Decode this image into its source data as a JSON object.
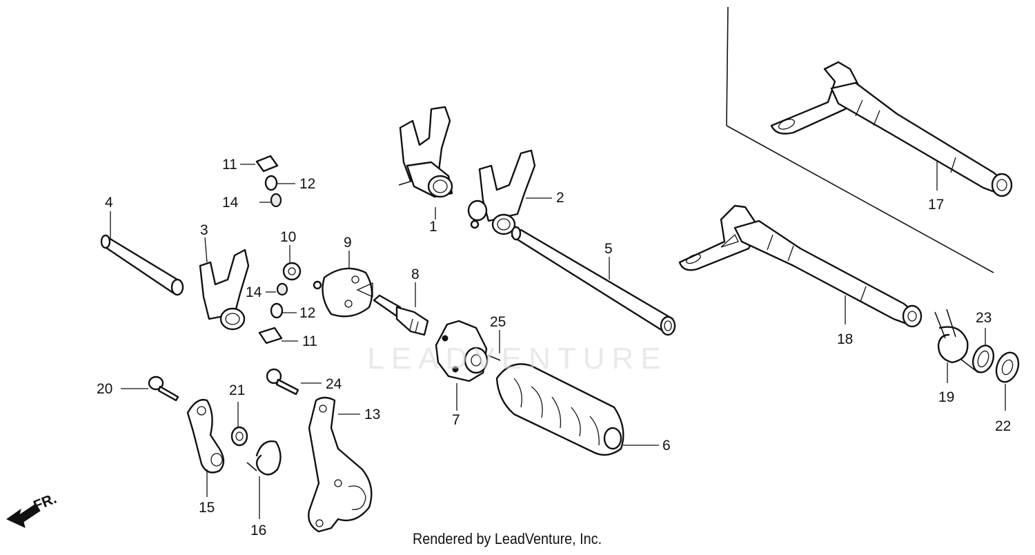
{
  "diagram": {
    "callouts": [
      {
        "id": "1",
        "label": "1"
      },
      {
        "id": "2",
        "label": "2"
      },
      {
        "id": "3",
        "label": "3"
      },
      {
        "id": "4",
        "label": "4"
      },
      {
        "id": "5",
        "label": "5"
      },
      {
        "id": "6",
        "label": "6"
      },
      {
        "id": "7",
        "label": "7"
      },
      {
        "id": "8",
        "label": "8"
      },
      {
        "id": "9",
        "label": "9"
      },
      {
        "id": "10",
        "label": "10"
      },
      {
        "id": "11a",
        "label": "11"
      },
      {
        "id": "11b",
        "label": "11"
      },
      {
        "id": "12a",
        "label": "12"
      },
      {
        "id": "12b",
        "label": "12"
      },
      {
        "id": "13",
        "label": "13"
      },
      {
        "id": "14a",
        "label": "14"
      },
      {
        "id": "14b",
        "label": "14"
      },
      {
        "id": "15",
        "label": "15"
      },
      {
        "id": "16",
        "label": "16"
      },
      {
        "id": "17",
        "label": "17"
      },
      {
        "id": "18",
        "label": "18"
      },
      {
        "id": "19",
        "label": "19"
      },
      {
        "id": "20",
        "label": "20"
      },
      {
        "id": "21",
        "label": "21"
      },
      {
        "id": "22",
        "label": "22"
      },
      {
        "id": "23",
        "label": "23"
      },
      {
        "id": "24",
        "label": "24"
      },
      {
        "id": "25",
        "label": "25"
      }
    ],
    "direction_label": "FR.",
    "watermark": "LEADVENTURE",
    "credit": "Rendered by LeadVenture, Inc."
  }
}
